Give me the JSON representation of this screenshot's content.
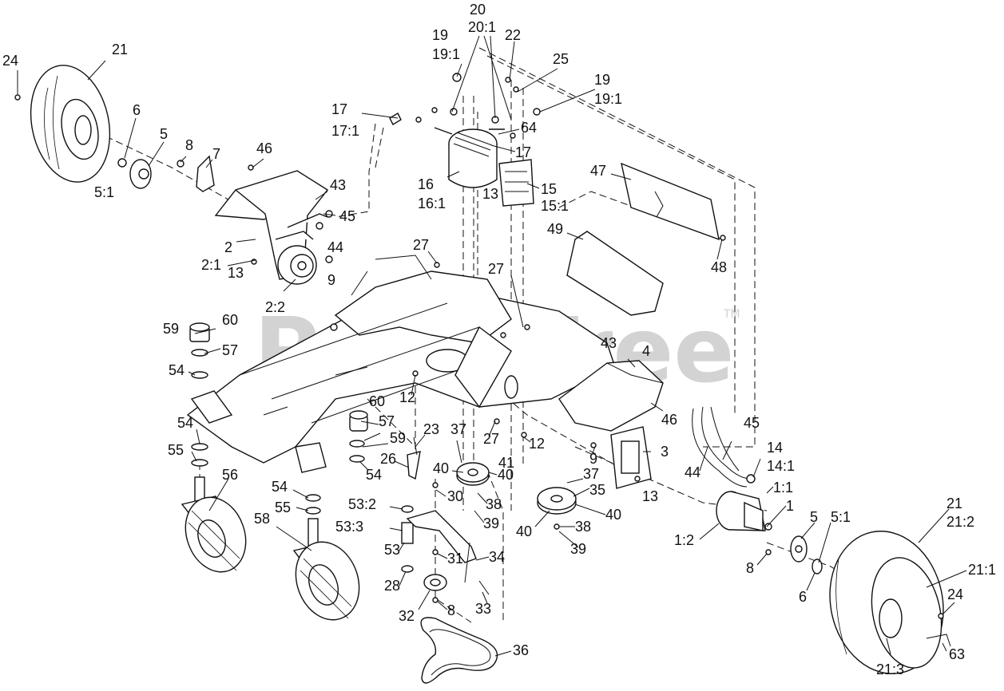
{
  "watermark": {
    "text": "PartsTree",
    "trademark": "TM"
  },
  "labels": {
    "l24a": "24",
    "l21a": "21",
    "l6a": "6",
    "l5a": "5",
    "l51a": "5:1",
    "l8a": "8",
    "l7": "7",
    "l46a": "46",
    "l43a": "43",
    "l45a": "45",
    "l2": "2",
    "l21b": "2:1",
    "l13a": "13",
    "l44a": "44",
    "l9a": "9",
    "l22b": "2:2",
    "l17a": "17",
    "l171a": "17:1",
    "l19a": "19",
    "l191a": "19:1",
    "l20": "20",
    "l201": "20:1",
    "l22": "22",
    "l25": "25",
    "l19b": "19",
    "l191b": "19:1",
    "l64": "64",
    "l17b": "17",
    "l16": "16",
    "l161": "16:1",
    "l13b": "13",
    "l15": "15",
    "l151": "15:1",
    "l47": "47",
    "l49": "49",
    "l48": "48",
    "l27a": "27",
    "l27b": "27",
    "l59a": "59",
    "l60a": "60",
    "l57a": "57",
    "l54a": "54",
    "l43b": "43",
    "l4": "4",
    "l46b": "46",
    "l12a": "12",
    "l60b": "60",
    "l57b": "57",
    "l59b": "59",
    "l23": "23",
    "l54b": "54",
    "l55a": "55",
    "l26": "26",
    "l54c": "54",
    "l37a": "37",
    "l27c": "27",
    "l12b": "12",
    "l9b": "9",
    "l3": "3",
    "l45b": "45",
    "l14": "14",
    "l141": "14:1",
    "l44b": "44",
    "l40a": "40",
    "l40b": "40",
    "l41": "41",
    "l56": "56",
    "l54d": "54",
    "l55b": "55",
    "l532": "53:2",
    "l30": "30",
    "l38a": "38",
    "l39a": "39",
    "l37b": "37",
    "l35": "35",
    "l13c": "13",
    "l11": "1:1",
    "l1": "1",
    "l40c": "40",
    "l40d": "40",
    "l38b": "38",
    "l39b": "39",
    "l58": "58",
    "l533": "53:3",
    "l53": "53",
    "l31": "31",
    "l34": "34",
    "l28": "28",
    "l32": "32",
    "l8b": "8",
    "l33": "33",
    "l36": "36",
    "l12c": "1:2",
    "l8c": "8",
    "l5b": "5",
    "l51b": "5:1",
    "l21c": "21",
    "l212": "21:2",
    "l211": "21:1",
    "l6b": "6",
    "l24b": "24",
    "l63": "63",
    "l213": "21:3"
  }
}
